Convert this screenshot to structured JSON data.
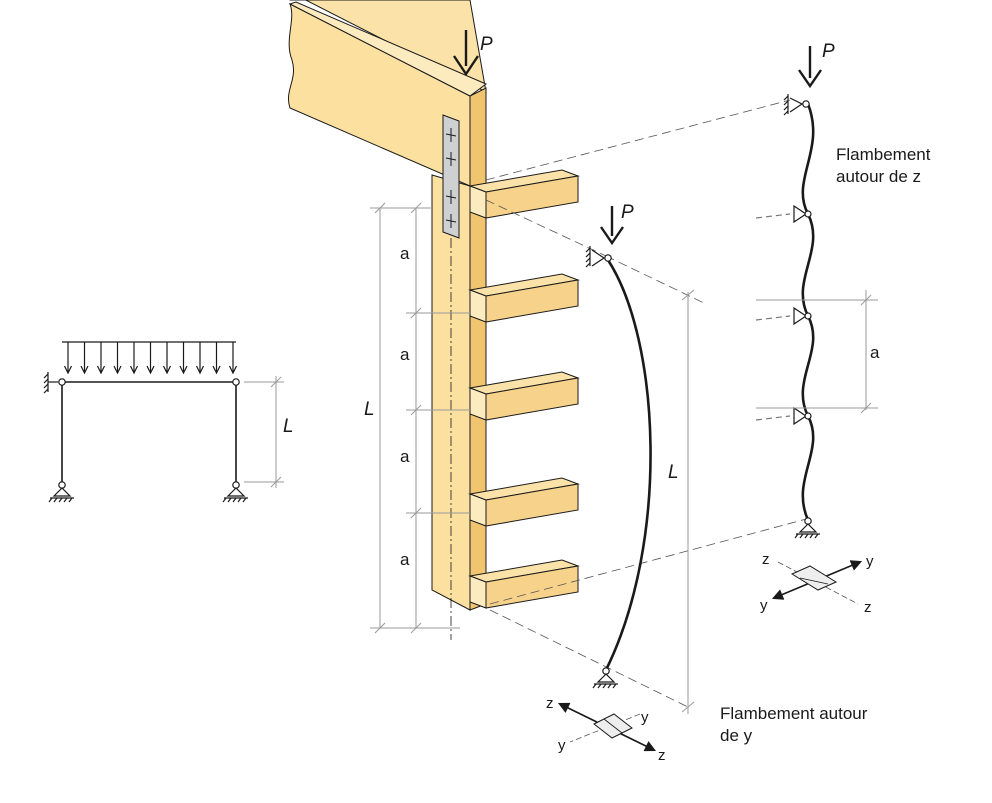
{
  "colors": {
    "timber_top": "#fbe2a8",
    "timber_side": "#f6d28a",
    "timber_front": "#fdebc0",
    "timber_dark": "#eebf62",
    "plate": "#cfd0d2",
    "line": "#1a1a1a",
    "dim": "#9a9a9a"
  },
  "icons": [
    "load-arrow-icon",
    "pinned-support-icon",
    "roller-support-icon",
    "fixed-hinge-icon",
    "section-icon"
  ],
  "frame": {
    "span_label": "L"
  },
  "column": {
    "load_label": "P",
    "segment_labels": [
      "a",
      "a",
      "a",
      "a"
    ],
    "height_label": "L"
  },
  "buckling_y": {
    "load_label": "P",
    "length_label": "L",
    "caption_line1": "Flambement autour",
    "caption_line2": "de y",
    "axes": {
      "z_left": "z",
      "y_right": "y",
      "y_left": "y",
      "z_right": "z"
    }
  },
  "buckling_z": {
    "load_label": "P",
    "caption_line1": "Flambement",
    "caption_line2": "autour de z",
    "spacing_label": "a",
    "axes": {
      "z_left": "z",
      "y_right": "y",
      "y_left": "y",
      "z_right": "z"
    }
  }
}
